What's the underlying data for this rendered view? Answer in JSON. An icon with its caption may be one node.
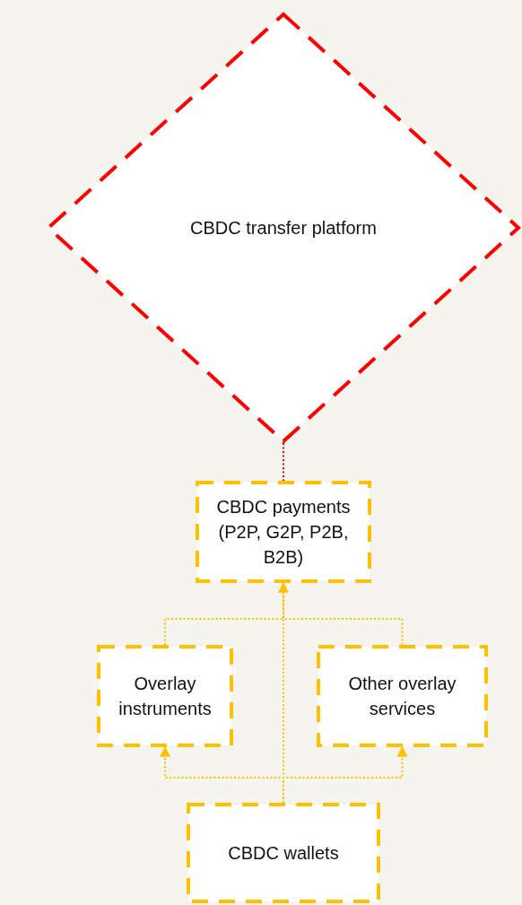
{
  "diagram": {
    "nodes": [
      {
        "text": [
          "CBDC transfer platform"
        ]
      },
      {
        "text": [
          "CBDC payments (P2P, G2P, P2B, B2B)"
        ]
      },
      {
        "text": [
          "Overlay instruments"
        ]
      },
      {
        "text": [
          "Other overlay services"
        ]
      },
      {
        "text": [
          "CBDC wallets"
        ]
      }
    ],
    "edges": [
      {
        "from": 0,
        "to": 1,
        "arrow": "none",
        "color": "#ff0000"
      },
      {
        "from": 4,
        "to": 1,
        "arrow": "to"
      },
      {
        "from": 2,
        "to": 1,
        "arrow": "none"
      },
      {
        "from": 3,
        "to": 1,
        "arrow": "none"
      },
      {
        "from": 4,
        "to": 2,
        "arrow": "to"
      },
      {
        "from": 4,
        "to": 3,
        "arrow": "to"
      }
    ]
  }
}
